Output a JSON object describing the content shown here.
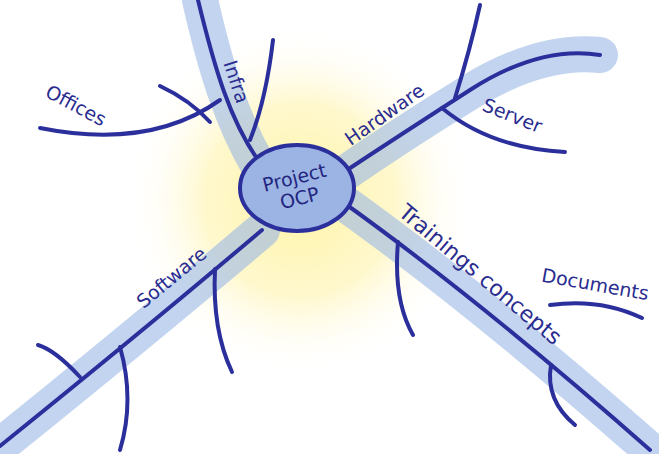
{
  "diagram": {
    "nodes": [
      {
        "text": [
          "Project OCP"
        ]
      }
    ],
    "labels": [
      "Offices",
      "Infra",
      "Hardware",
      "Server",
      "Trainings concepts",
      "Documents",
      "Software"
    ]
  }
}
